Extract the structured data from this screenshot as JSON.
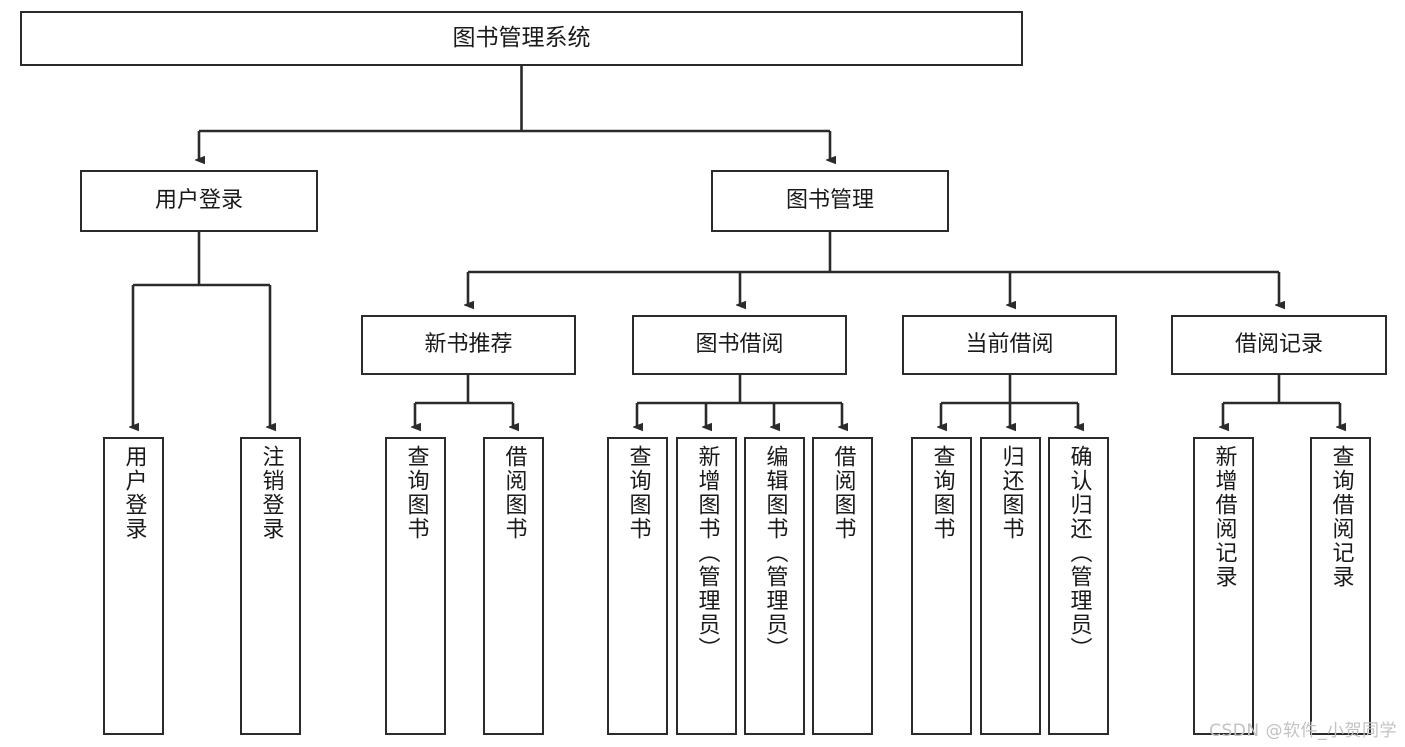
{
  "diagram": {
    "title": "图书管理系统",
    "type": "tree-hierarchy-chart",
    "orientation": "top-down",
    "line_color": "#2b2b2b",
    "box_fill": "#ffffff",
    "text_color": "#1a1a1a"
  },
  "watermark": {
    "text": "CSDN @软件_小贺同学",
    "color": "#c2c2c2"
  },
  "nodes": {
    "root": {
      "label": "图书管理系统"
    },
    "level2": [
      {
        "label": "用户登录"
      },
      {
        "label": "图书管理"
      }
    ],
    "level3": [
      {
        "label": "新书推荐"
      },
      {
        "label": "图书借阅"
      },
      {
        "label": "当前借阅"
      },
      {
        "label": "借阅记录"
      }
    ],
    "leaves": {
      "user_login": [
        {
          "label": "用户登录"
        },
        {
          "label": "注销登录"
        }
      ],
      "new_book_recommend": [
        {
          "label": "查询图书"
        },
        {
          "label": "借阅图书"
        }
      ],
      "book_borrow": [
        {
          "label": "查询图书"
        },
        {
          "label": "新增图书（管理员）"
        },
        {
          "label": "编辑图书（管理员）"
        },
        {
          "label": "借阅图书"
        }
      ],
      "current_borrow": [
        {
          "label": "查询图书"
        },
        {
          "label": "归还图书"
        },
        {
          "label": "确认归还（管理员）"
        }
      ],
      "borrow_record": [
        {
          "label": "新增借阅记录"
        },
        {
          "label": "查询借阅记录"
        }
      ]
    }
  }
}
